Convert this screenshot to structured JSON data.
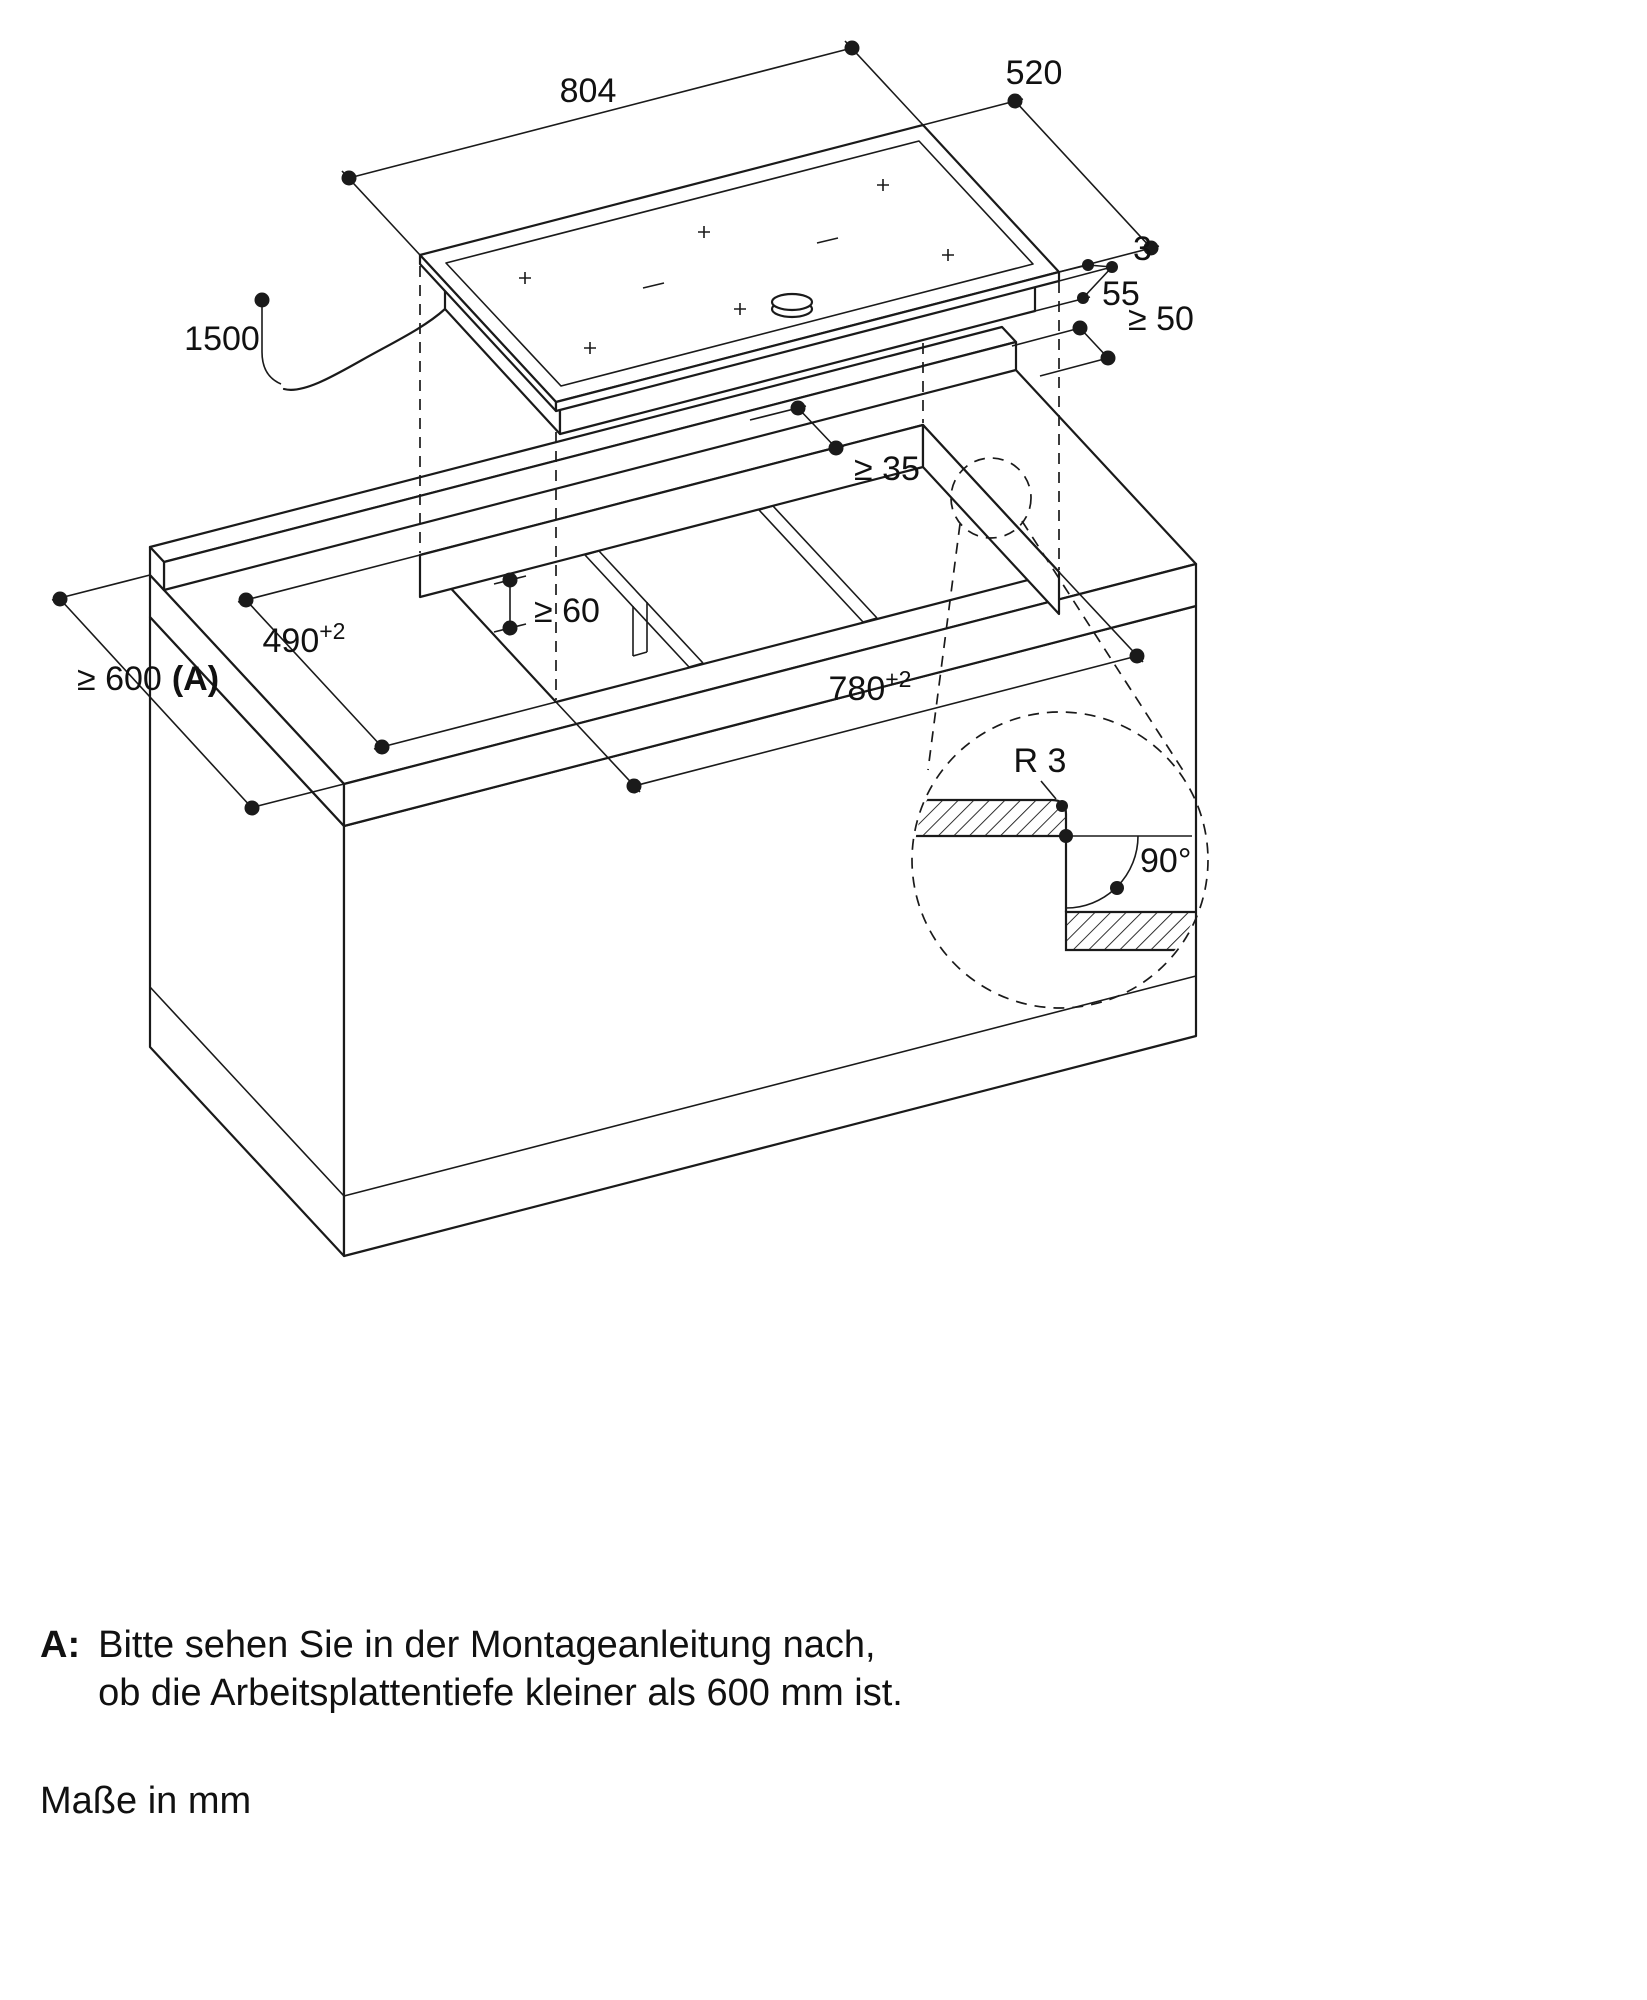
{
  "drawing": {
    "dims": {
      "width_top": "804",
      "depth_top": "520",
      "glass_thickness": "3",
      "body_height": "55",
      "rear_clearance": "≥ 50",
      "cable_length": "1500",
      "rear_web": "≥ 35",
      "bottom_clearance": "≥ 60",
      "cutout_depth": "490",
      "cutout_depth_tol": "+2",
      "worktop_depth": "≥ 600",
      "worktop_depth_ref": "(A)",
      "cutout_width": "780",
      "cutout_width_tol": "+2",
      "corner_radius": "R 3",
      "corner_angle": "90°"
    }
  },
  "notes": {
    "ref_label": "A:",
    "line1": "Bitte sehen Sie in der Montageanleitung nach,",
    "line2": "ob die Arbeitsplattentiefe kleiner als 600 mm ist.",
    "units": "Maße in mm"
  }
}
